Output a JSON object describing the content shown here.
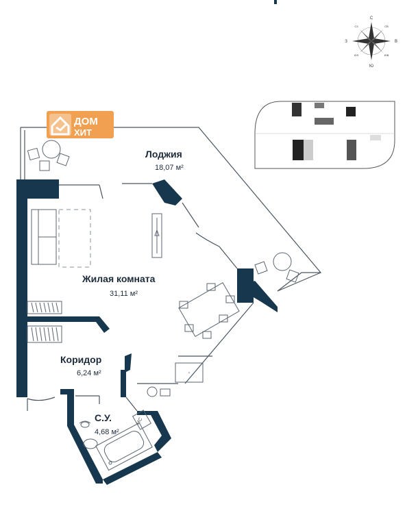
{
  "logo": {
    "line1": "ДОМ",
    "line2": "ХИТ",
    "color": "#f0a050"
  },
  "compass": {
    "north": "С",
    "south": "Ю",
    "west": "З",
    "east": "В",
    "nw": "СЗ",
    "ne": "СВ",
    "sw": "ЮЗ",
    "se": "ЮВ"
  },
  "rooms": {
    "loggia": {
      "name": "Лоджия",
      "area": "18,07 м²"
    },
    "living": {
      "name": "Жилая комната",
      "area": "31,11 м²"
    },
    "corridor": {
      "name": "Коридор",
      "area": "6,24 м²"
    },
    "bathroom": {
      "name": "С.У.",
      "area": "4,68 м²"
    }
  },
  "labels": {
    "mc": "МС"
  },
  "colors": {
    "wall": "#16374d",
    "accent": "#f0a050"
  }
}
